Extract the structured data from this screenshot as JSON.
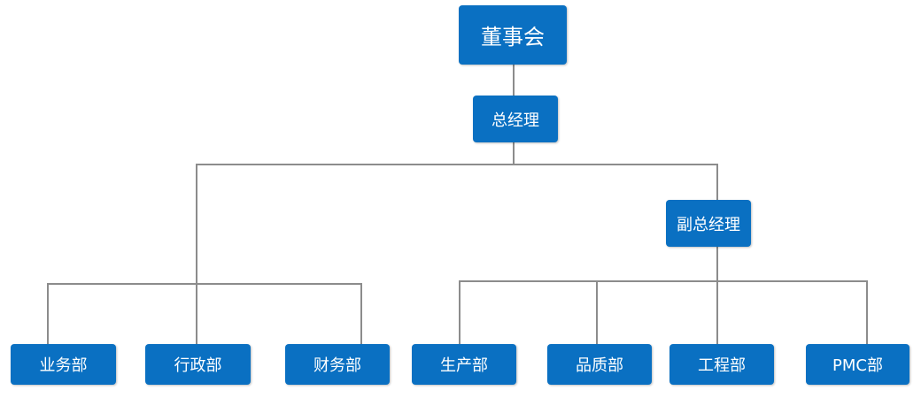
{
  "colors": {
    "box_fill": "#0a70c2",
    "box_text": "#ffffff",
    "connector": "#8c8c8c"
  },
  "org": {
    "board": "董事会",
    "general_manager": "总经理",
    "deputy_general_manager": "副总经理",
    "departments": {
      "sales": "业务部",
      "admin": "行政部",
      "finance": "财务部",
      "production": "生产部",
      "quality": "品质部",
      "engineering": "工程部",
      "pmc": "PMC部"
    }
  }
}
